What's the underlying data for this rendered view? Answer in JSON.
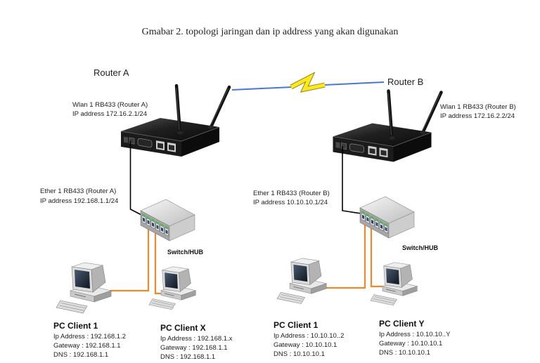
{
  "caption": "Gmabar 2. topologi jaringan dan ip address yang akan digunakan",
  "routers": [
    {
      "name": "Router A",
      "wlan": "Wlan 1 RB433 (Router A)",
      "wlan_ip": "IP address 172.16.2.1/24",
      "ether": "Ether 1 RB433 (Router A)",
      "ether_ip": "IP address 192.168.1.1/24"
    },
    {
      "name": "Router B",
      "wlan": "Wlan 1 RB433 (Router B)",
      "wlan_ip": "IP address 172.16.2.2/24",
      "ether": "Ether 1 RB433 (Router B)",
      "ether_ip": "IP address 10.10.10.1/24"
    }
  ],
  "switches": [
    {
      "label": "Switch/HUB"
    },
    {
      "label": "Switch/HUB"
    }
  ],
  "clients": [
    {
      "name": "PC Client 1",
      "ip": "Ip Address : 192.168.1.2",
      "gateway": "Gateway : 192.168.1.1",
      "dns": "DNS : 192.168.1.1"
    },
    {
      "name": "PC Client X",
      "ip": "Ip Address : 192.168.1.x",
      "gateway": "Gateway : 192.168.1.1",
      "dns": "DNS : 192.168.1.1"
    },
    {
      "name": "PC Client 1",
      "ip": "Ip Address : 10.10.10..2",
      "gateway": "Gateway : 10.10.10.1",
      "dns": "DNS : 10.10.10.1"
    },
    {
      "name": "PC Client Y",
      "ip": "Ip Address : 10.10.10..Y",
      "gateway": "Gateway : 10.10.10.1",
      "dns": "DNS : 10.10.10.1"
    }
  ],
  "icons": {
    "router": "wireless-router-icon",
    "switch": "network-switch-icon",
    "pc": "desktop-computer-icon",
    "wireless": "lightning-bolt-icon"
  },
  "colors": {
    "lan_cable": "#000000",
    "client_cable": "#f0892a",
    "wireless_link": "#4a78d0",
    "wireless_bolt": "#ffe81a"
  }
}
